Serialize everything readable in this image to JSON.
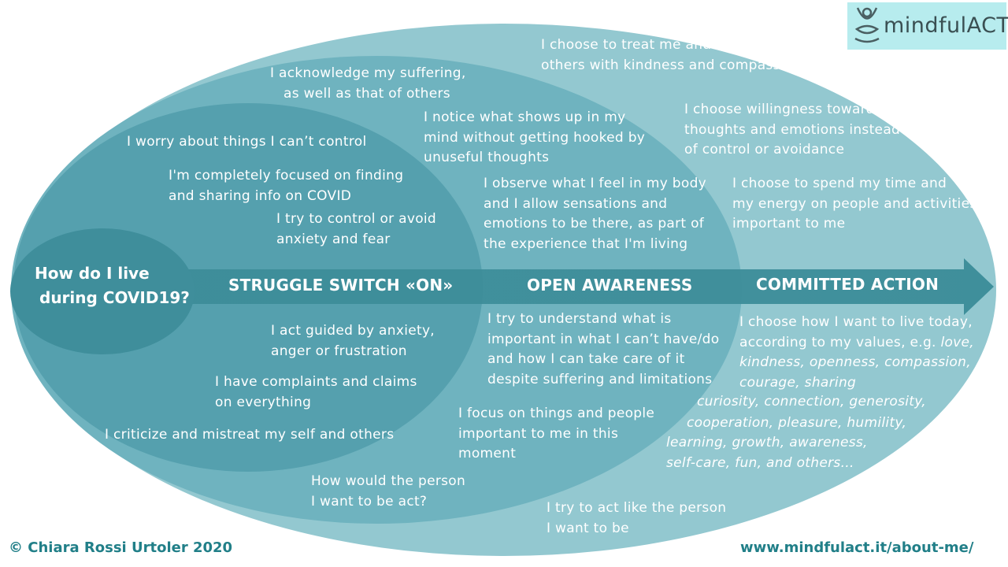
{
  "logo": {
    "text": "mindfulACT"
  },
  "center": {
    "line1": "How do I live",
    "line2": "during COVID19?"
  },
  "stages": {
    "struggle": "STRUGGLE SWITCH «ON»",
    "open": "OPEN AWARENESS",
    "committed": "COMMITTED ACTION"
  },
  "struggle_top": {
    "worry": "I worry about things I can’t control",
    "focused": [
      "I'm completely focused on finding",
      "and sharing info on COVID"
    ],
    "control": [
      "I try to control or avoid",
      "anxiety and fear"
    ]
  },
  "struggle_bottom": {
    "guided": [
      "I act guided by anxiety,",
      "anger or frustration"
    ],
    "complaints": [
      "I have complaints and claims",
      "on everything"
    ],
    "criticize": "I criticize and mistreat my self and others"
  },
  "open_top": {
    "acknowledge": [
      "I acknowledge my suffering,",
      "as well as that of others"
    ],
    "notice": [
      "I notice what shows up in my",
      "mind without getting hooked by",
      "unuseful thoughts"
    ],
    "observe": [
      "I observe  what I feel in my body",
      "and I allow sensations and",
      "emotions to be there,  as part of",
      "the experience  that I'm living"
    ]
  },
  "open_bottom": {
    "understand": [
      "I try to understand what is",
      "important in what I can’t have/do",
      "and how I can take care of it",
      "despite suffering and limitations"
    ],
    "focus": [
      "I focus on things and people",
      "important to me in this",
      "moment"
    ],
    "how": [
      "How would the person",
      "I want to be act?"
    ]
  },
  "committed_top": {
    "treat": [
      "I choose to treat me and",
      "others with kindness and compassion"
    ],
    "willingness": [
      "I choose  willingness towards",
      "thoughts and emotions instead",
      "of control or avoidance"
    ],
    "spend": [
      "I choose  to spend my time and",
      "my energy on people and activities",
      "important to me"
    ]
  },
  "committed_bottom": {
    "values_intro": [
      "I choose how I want to live today,",
      "according to my values, e.g. "
    ],
    "values_list": [
      "love,",
      "kindness, openness, compassion,",
      "courage, sharing",
      "curiosity, connection, generosity,",
      "cooperation, pleasure, humility,",
      "learning, growth, awareness,",
      "self-care, fun, and others…"
    ],
    "act_like": [
      "I try to act like the person",
      "I want to be"
    ]
  },
  "footer": {
    "copyright": "©  Chiara Rossi Urtoler 2020",
    "website": "www.mindfulact.it/about-me/"
  },
  "colors": {
    "outer_ellipse": "#93c8d0",
    "middle_ellipse": "#6fb3bf",
    "inner_ellipse": "#55a0ae",
    "center_ellipse": "#3f8e9b",
    "arrow": "#408e9a",
    "footer_text": "#217f88"
  }
}
